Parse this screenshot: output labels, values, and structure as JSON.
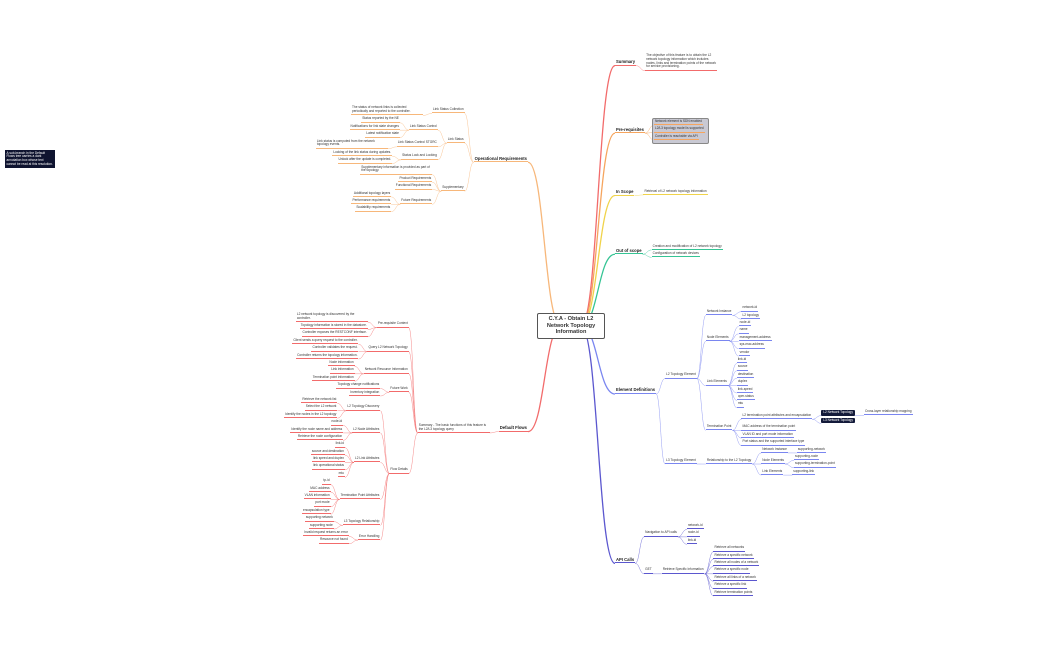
{
  "title": "C.Y.A - Obtain L2 Network Topology Information",
  "colors": {
    "summary": "#f26b6b",
    "prereq": "#f6a55e",
    "inscope": "#f0d34a",
    "outscope": "#35c494",
    "elements": "#7a86f0",
    "api": "#5b57cf",
    "opreq": "#f7b77a",
    "flows": "#f26b6b"
  },
  "note": "A sub-branch in the Default Flows tree carries a dark annotation box whose text cannot be read at this resolution.",
  "nodes": {
    "summary": "Summary",
    "sumtext": "The objective of this feature is to obtain the L2 network topology information which includes nodes, links and termination points of the network for service provisioning.",
    "prereq": "Pre-requisites",
    "pr1": "Network element is SDN enabled",
    "pr2": "L2/L3 topology model is supported",
    "pr3": "Controller is reachable via API",
    "inscope": "In Scope",
    "is1": "Retrieval of L2 network topology information",
    "outscope": "Out of scope",
    "os1": "Creation and modification of L2 network topology",
    "os2": "Configuration of network devices",
    "eldef": "Element Definitions",
    "l2el": "L2 Topology Element",
    "netinst": "Network Instance",
    "ni1": "network-id",
    "ni2": "L2 topology",
    "nodeel": "Node Elements",
    "ne1": "node-id",
    "ne2": "name",
    "ne3": "management-address",
    "ne4": "sys-mac-address",
    "ne5": "vendor",
    "linkel": "Link Elements",
    "le1": "link-id",
    "le2": "source",
    "le3": "destination",
    "le4": "duplex",
    "le5": "link-speed",
    "le6": "oper-status",
    "le7": "mtu",
    "tp": "Termination Point",
    "tp1": "L2 termination point attributes and encapsulation",
    "tp2": "MAC address of the termination point",
    "tp3": "VLAN ID and port mode information",
    "tp4": "Port status and the supported interface type",
    "l3el": "L3 Topology Element",
    "rel": "Relationship to the L2 Topology",
    "rn": "Network Instance",
    "rn1": "supporting-network",
    "rnode": "Node Elements",
    "sn": "supporting-node",
    "sn2": "supporting-termination-point",
    "rlink": "Link Elements",
    "sl": "supporting-link",
    "dn1": "L2 Network Topology",
    "dn2": "L3 Network Topology",
    "dn3": "Cross-layer relationship mapping",
    "api": "API Calls",
    "nav": "Navigation to API calls",
    "n1": "network-id",
    "n2": "node-id",
    "n3": "link-id",
    "get": "GET",
    "rsi": "Retrieve Specific Information",
    "r1": "Retrieve all networks",
    "r2": "Retrieve a specific network",
    "r3": "Retrieve all nodes of a network",
    "r4": "Retrieve a specific node",
    "r5": "Retrieve all links of a network",
    "r6": "Retrieve a specific link",
    "r7": "Retrieve termination points",
    "opreq": "Operational Requirements",
    "lsc": "Link Status Collection",
    "lsct": "The status of network links is collected periodically and reported to the controller.",
    "ls": "Link Status",
    "lsc2": "Link Status Control",
    "ls1": "Status reported by the NE",
    "ls2": "Notifications for link state changes",
    "ls3": "Latest notification state",
    "lsstg": "Link Status Control STGRC",
    "lsstgt": "Link status is computed from the network topology events.",
    "lslock": "Status Lock and Locking",
    "lsl1": "Locking of the link status during updates.",
    "lsl2": "Unlock after the update is completed.",
    "suppl": "Supplementary",
    "sup1": "Supplementary information is provided as part of the topology.",
    "prodreq": "Product Requirements",
    "funreq": "Functional Requirements",
    "futreq": "Future Requirements",
    "fut1": "Additional topology layers",
    "fut2": "Performance requirements",
    "fut3": "Scalability requirements",
    "flows": "Default Flows",
    "dfsum": "Summary - The basic functions of this feature is the L2/L3 topology query",
    "dfa": "Pre-requisite Context",
    "dfa1": "L2 network topology is discovered by the controller.",
    "dfa2": "Topology information is stored in the datastore.",
    "dfa3": "Controller exposes the RESTCONF interface.",
    "dfb": "Query L2 Network Topology",
    "dfb1": "Client sends a query request to the controller.",
    "dfb2": "Controller validates the request.",
    "dfb3": "Controller returns the topology information.",
    "dfc": "Network Resource Information",
    "dfc1": "Node information",
    "dfc2": "Link information",
    "dfc3": "Termination point information",
    "dfd": "Future Work",
    "dfd1": "Topology change notifications",
    "dfd2": "Inventory integration",
    "dfe": "Flow Details",
    "c1": "L2 Topology Discovery",
    "c1a": "Retrieve the network list",
    "c1b": "Select the L2 network",
    "c1c": "Identify the nodes in the L2 topology",
    "c2": "L2 Node Attributes",
    "c2a": "node-id",
    "c2b": "Identify the node name and address",
    "c2c": "Retrieve the node configuration",
    "c3": "L2 Link Attributes",
    "c3a": "link-id",
    "c3b": "source and destination",
    "c3c": "link speed and duplex",
    "c3d": "link operational status",
    "c3e": "mtu",
    "c4": "Termination Point Attributes",
    "c4a": "tp-id",
    "c4b": "MAC address",
    "c4c": "VLAN information",
    "c4d": "port mode",
    "c4e": "encapsulation type",
    "c5": "L3 Topology Relationship",
    "c5a": "supporting network",
    "c5b": "supporting node",
    "c6": "Error Handling",
    "c6a": "Invalid request returns an error",
    "c6b": "Resource not found"
  }
}
